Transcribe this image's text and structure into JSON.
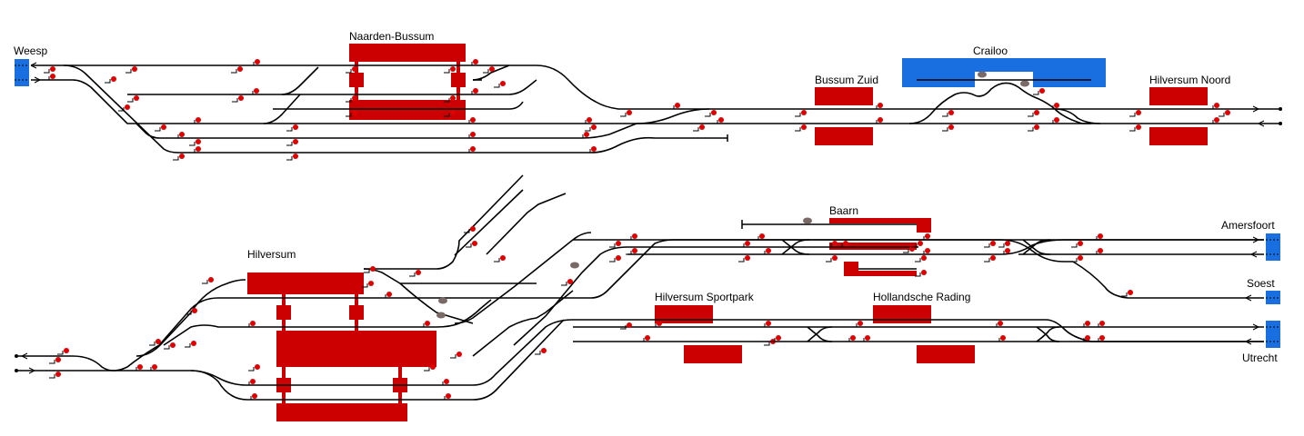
{
  "diagram": {
    "colors": {
      "track": "#000000",
      "platform": "#cc0000",
      "signal": "#e00000",
      "terminal": "#1a6fe0",
      "level_crossing": "#7a6a66",
      "background": "#ffffff"
    },
    "stations": {
      "naarden_bussum": "Naarden-Bussum",
      "bussum_zuid": "Bussum Zuid",
      "crailoo": "Crailoo",
      "hilversum_noord": "Hilversum Noord",
      "hilversum": "Hilversum",
      "hilversum_sportpark": "Hilversum Sportpark",
      "baarn": "Baarn",
      "hollandsche_rading": "Hollandsche Rading"
    },
    "terminals": {
      "weesp": "Weesp",
      "amersfoort": "Amersfoort",
      "soest": "Soest",
      "utrecht": "Utrecht"
    }
  }
}
